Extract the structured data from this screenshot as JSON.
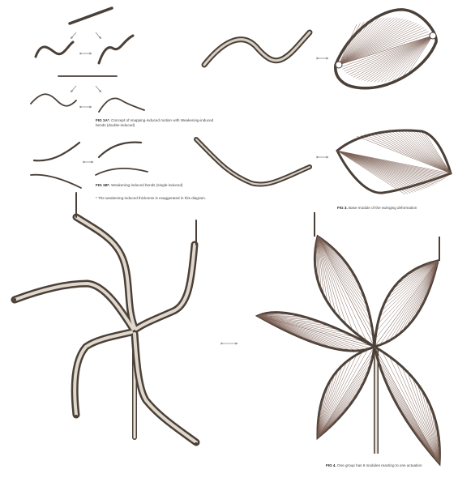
{
  "captions": {
    "fig1a": {
      "label": "FIG 1A*.",
      "text": "Concept of snapping-induced motion with Weakening-induced bends (double-induced)"
    },
    "fig1b": {
      "label": "FIG 1B*.",
      "text": "Weakening-induced bends (single-induced)"
    },
    "footnote": "* The weakening-induced thickness is exaggerated in this diagram.",
    "fig3": {
      "label": "FIG 3.",
      "text": "Base module of the swinging deformation"
    },
    "fig4": {
      "label": "FIG 4.",
      "text": "One group has 6 modules reacting to one actuation"
    }
  },
  "colors": {
    "strip": "#4a4038",
    "strip_light": "#d8d0c4",
    "thread": "#7a5e52",
    "arrow": "#888888"
  },
  "icons": [
    "double-arrow-icon",
    "single-arrow-icon"
  ]
}
